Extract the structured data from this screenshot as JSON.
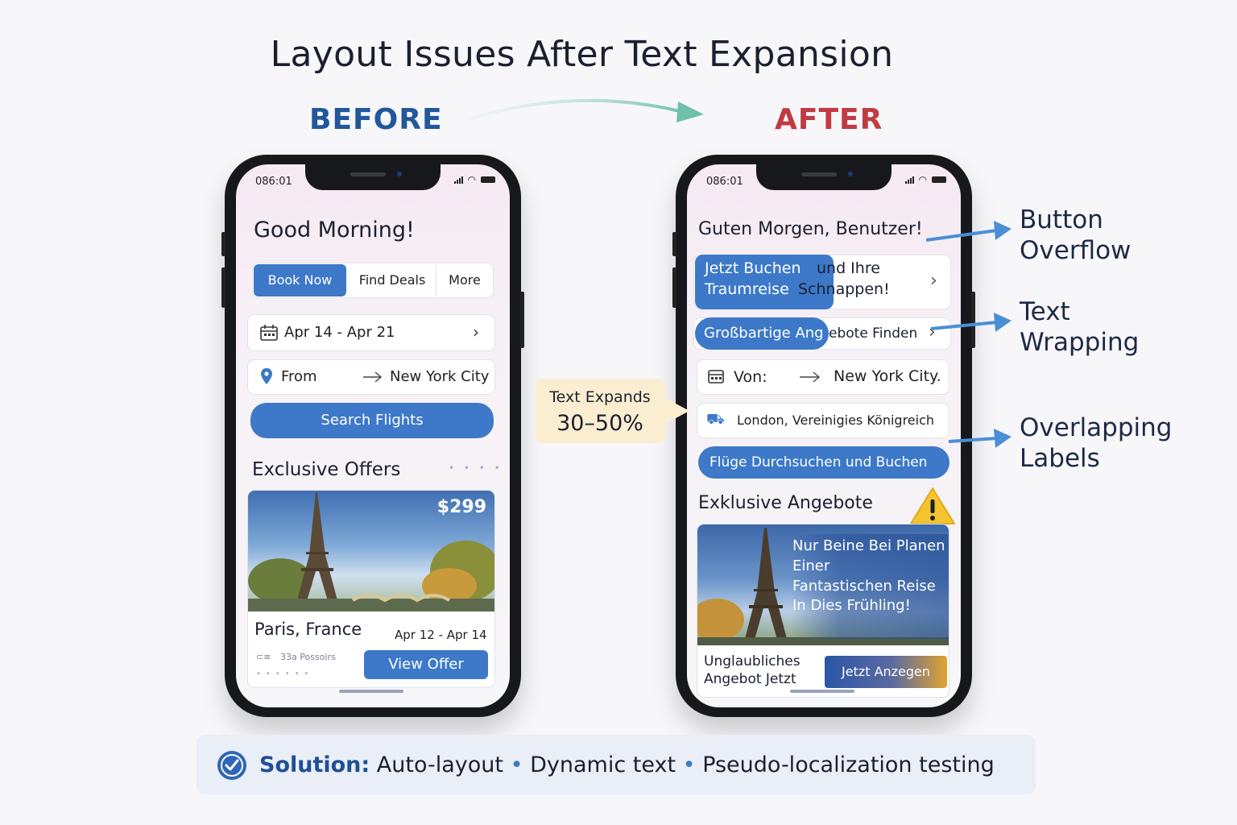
{
  "title": "Layout Issues After Text Expansion",
  "before_label": "BEFORE",
  "after_label": "AFTER",
  "before_phone": {
    "time": "086:01",
    "greeting": "Good Morning!",
    "tabs": [
      "Book Now",
      "Find Deals",
      "More"
    ],
    "date_range": "Apr 14 - Apr 21",
    "from_label": "From",
    "destination": "New York City",
    "search_button": "Search Flights",
    "offers_title": "Exclusive Offers",
    "offer": {
      "price": "$299",
      "city": "Paris, France",
      "dates": "Apr 12 - Apr 14",
      "passengers": "33a Possoirs",
      "view_button": "View Offer"
    }
  },
  "after_phone": {
    "time": "086:01",
    "greeting": "Guten Morgen, Benutzer!",
    "book_button": "Jetzt Buchen",
    "book_overflow_line1": "und Ihre",
    "book_overflow_line2a": "Traumreise",
    "book_overflow_line2b": "Schnappen!",
    "deals_button": "Großbartige Ang",
    "deals_overflow": "ebote Finden",
    "from_label": "Von:",
    "destination": "New York City.",
    "origin": "London, Vereinigies Königreich",
    "search_button": "Flüge Durchsuchen und Buchen",
    "offers_title": "Exklusive Angebote",
    "offer_text": [
      "Nur Beine Bei Planen",
      "Einer",
      "Fantastischen Reise",
      "In Dies Frühling!"
    ],
    "offer_caption": [
      "Unglaubliches",
      "Angebot Jetzt"
    ],
    "offer_button": "Jetzt Anzegen"
  },
  "callout": {
    "line1": "Text Expands",
    "line2": "30–50%"
  },
  "issues": [
    {
      "line1": "Button",
      "line2": "Overflow"
    },
    {
      "line1": "Text",
      "line2": "Wrapping"
    },
    {
      "line1": "Overlapping",
      "line2": "Labels"
    }
  ],
  "solution": {
    "label": "Solution:",
    "items": [
      "Auto-layout",
      "Dynamic text",
      "Pseudo-localization testing"
    ],
    "separator": "•"
  },
  "colors": {
    "primary_blue": "#3d79c8",
    "before_heading": "#22579b",
    "after_heading": "#c13b42",
    "callout_bg": "#fbeed0",
    "warning_yellow": "#f4c430"
  },
  "icons": [
    "calendar-icon",
    "location-pin-icon",
    "arrow-right-icon",
    "chevron-right-icon",
    "warning-icon",
    "checkmark-icon",
    "passenger-icon",
    "signal-icon",
    "wifi-icon",
    "battery-icon"
  ]
}
